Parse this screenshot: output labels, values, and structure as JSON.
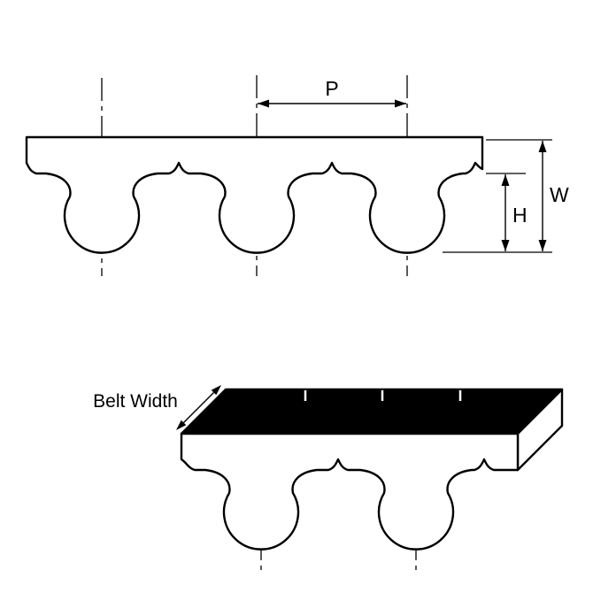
{
  "colors": {
    "stroke": "#000000",
    "belt_fill": "#ffffff",
    "top_surface": "#000000",
    "background": "#ffffff"
  },
  "top_view": {
    "pitch_label": "P",
    "width_label": "W",
    "height_label": "H"
  },
  "bottom_view": {
    "belt_width_label": "Belt Width"
  }
}
